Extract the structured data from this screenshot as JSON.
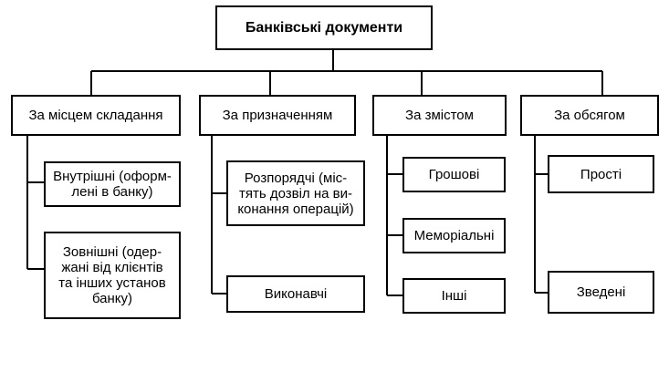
{
  "root": {
    "label": "Банківські документи"
  },
  "categories": [
    {
      "label": "За місцем складання",
      "items": [
        {
          "label": "Внутрішні (оформ-\nлені в банку)"
        },
        {
          "label": "Зовнішні (одер-\nжані від клієнтів\nта інших установ\nбанку)"
        }
      ]
    },
    {
      "label": "За призначенням",
      "items": [
        {
          "label": "Розпорядчі (міс-\nтять дозвіл на ви-\nконання операцій)"
        },
        {
          "label": "Виконавчі"
        }
      ]
    },
    {
      "label": "За змістом",
      "items": [
        {
          "label": "Грошові"
        },
        {
          "label": "Меморіальні"
        },
        {
          "label": "Інші"
        }
      ]
    },
    {
      "label": "За обсягом",
      "items": [
        {
          "label": "Прості"
        },
        {
          "label": "Зведені"
        }
      ]
    }
  ]
}
